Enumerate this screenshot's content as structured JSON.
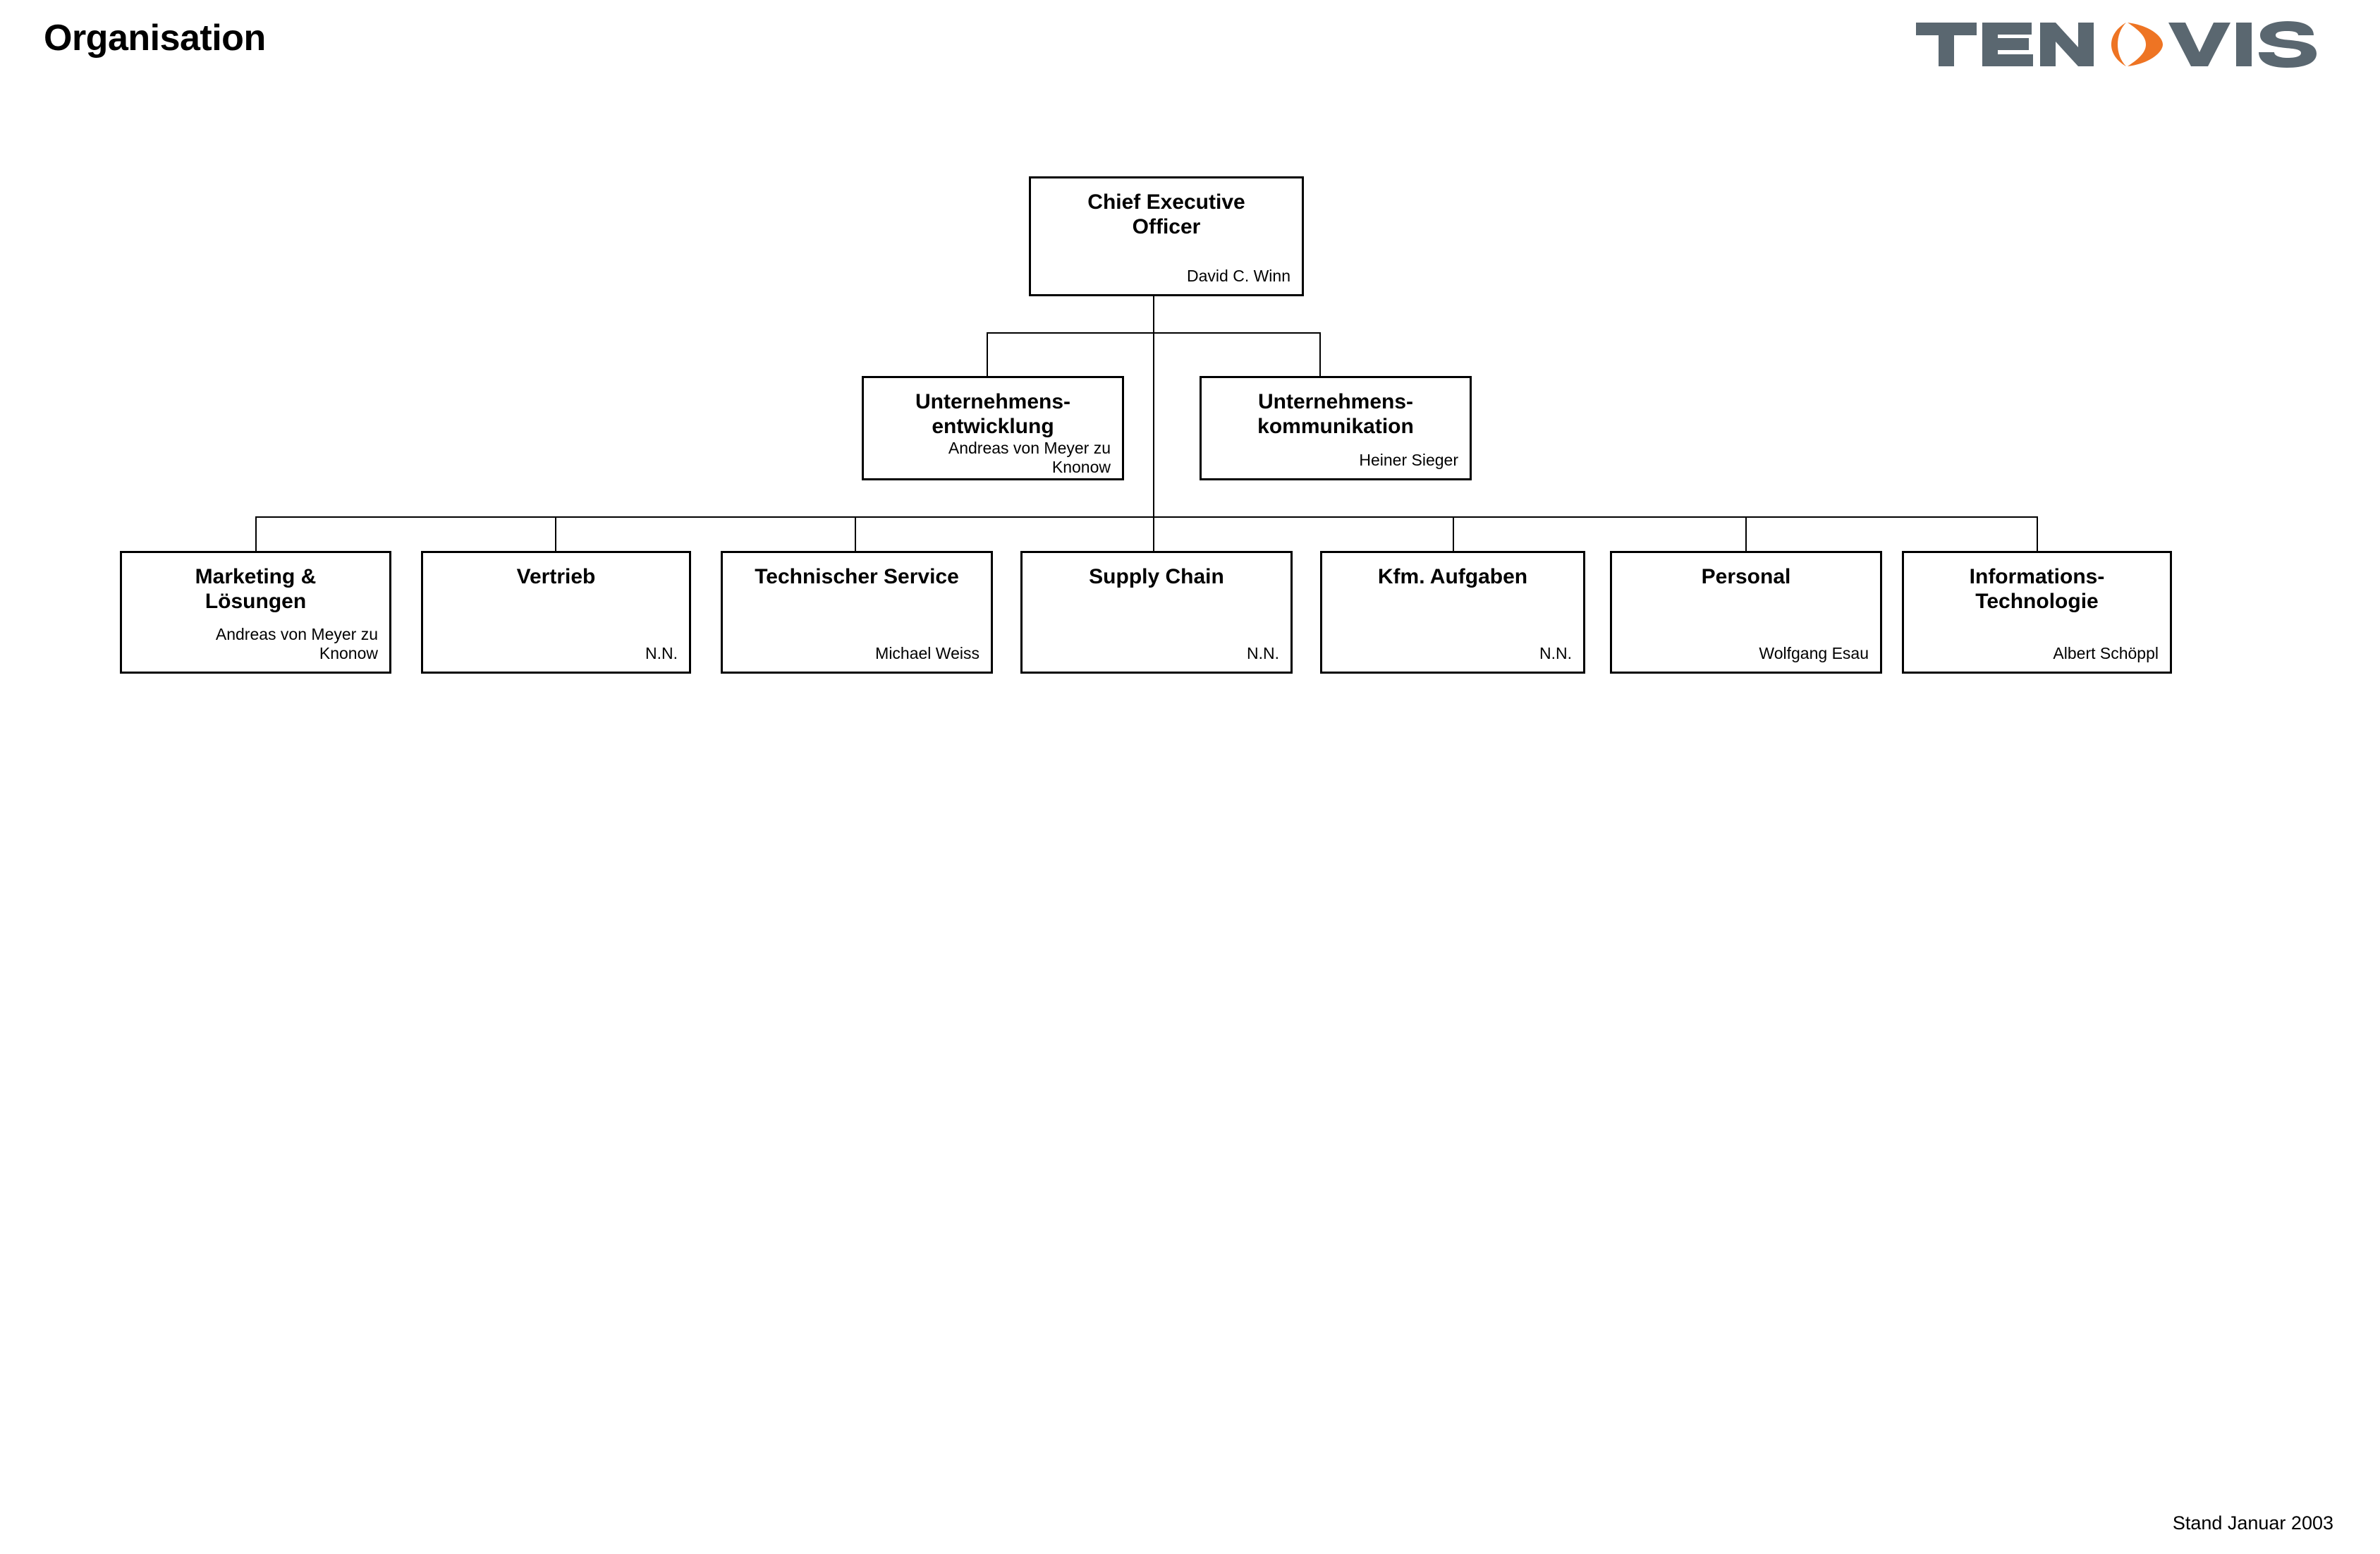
{
  "header": {
    "title": "Organisation",
    "logo": {
      "name": "tenovis-logo",
      "text_left": "TEN",
      "text_right": "VIS",
      "mark": "orange-lens-o",
      "text_color": "#5A6770",
      "accent_color": "#EE7423"
    }
  },
  "footer": {
    "status_text": "Stand Januar 2003"
  },
  "chart_data": {
    "type": "diagram",
    "subtype": "organization-chart",
    "title": "Organisation",
    "nodes": [
      {
        "id": "ceo",
        "level": 0,
        "title": "Chief Executive\nOfficer",
        "person": "David C. Winn"
      },
      {
        "id": "unternehmensentwicklung",
        "level": 1,
        "title": "Unternehmens-\nentwicklung",
        "person": "Andreas von Meyer zu\nKnonow"
      },
      {
        "id": "unternehmenskommunikation",
        "level": 1,
        "title": "Unternehmens-\nkommunikation",
        "person": "Heiner Sieger"
      },
      {
        "id": "marketing-loesungen",
        "level": 2,
        "title": "Marketing &\nLösungen",
        "person": "Andreas von Meyer zu\nKnonow"
      },
      {
        "id": "vertrieb",
        "level": 2,
        "title": "Vertrieb",
        "person": "N.N."
      },
      {
        "id": "technischer-service",
        "level": 2,
        "title": "Technischer Service",
        "person": "Michael Weiss"
      },
      {
        "id": "supply-chain",
        "level": 2,
        "title": "Supply Chain",
        "person": "N.N."
      },
      {
        "id": "kfm-aufgaben",
        "level": 2,
        "title": "Kfm. Aufgaben",
        "person": "N.N."
      },
      {
        "id": "personal",
        "level": 2,
        "title": "Personal",
        "person": "Wolfgang Esau"
      },
      {
        "id": "informations-technologie",
        "level": 2,
        "title": "Informations-\nTechnologie",
        "person": "Albert Schöppl"
      }
    ],
    "edges": [
      {
        "from": "ceo",
        "to": "unternehmensentwicklung"
      },
      {
        "from": "ceo",
        "to": "unternehmenskommunikation"
      },
      {
        "from": "ceo",
        "to": "marketing-loesungen"
      },
      {
        "from": "ceo",
        "to": "vertrieb"
      },
      {
        "from": "ceo",
        "to": "technischer-service"
      },
      {
        "from": "ceo",
        "to": "supply-chain"
      },
      {
        "from": "ceo",
        "to": "kfm-aufgaben"
      },
      {
        "from": "ceo",
        "to": "personal"
      },
      {
        "from": "ceo",
        "to": "informations-technologie"
      }
    ],
    "colors": {
      "box_border": "#000000",
      "box_fill": "#ffffff",
      "connector": "#000000",
      "text": "#000000"
    }
  }
}
